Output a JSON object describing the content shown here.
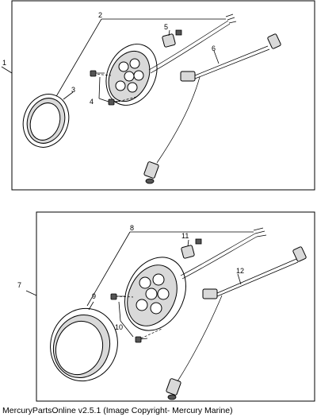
{
  "caption": "MercuryPartsOnline v2.5.1 (Image Copyright- Mercury Marine)",
  "callouts": {
    "c1": "1",
    "c2": "2",
    "c3": "3",
    "c4": "4",
    "c5": "5",
    "c6": "6",
    "c7": "7",
    "c8": "8",
    "c9": "9",
    "c10": "10",
    "c11": "11",
    "c12": "12"
  }
}
